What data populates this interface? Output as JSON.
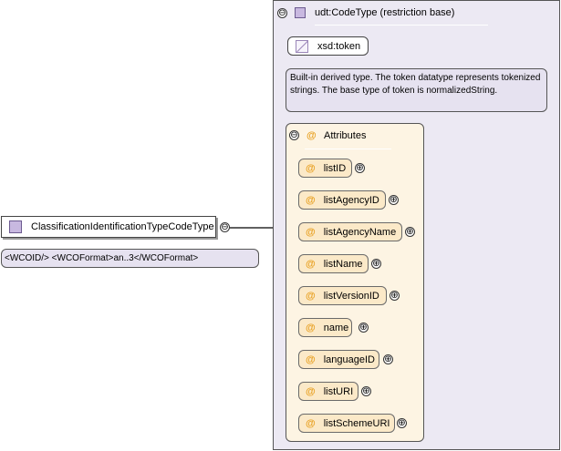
{
  "element": {
    "name": "ClassificationIdentificationTypeCodeType",
    "documentation": "<WCOID/> <WCOFormat>an..3</WCOFormat>",
    "collapse_marker": "⊖"
  },
  "complex_type": {
    "title": "udt:CodeType (restriction base)",
    "collapse_marker": "⊖"
  },
  "base_type": {
    "name": "xsd:token",
    "documentation": "Built-in derived type. The token datatype represents tokenized strings. The base type of token is normalizedString."
  },
  "attributes": {
    "title": "Attributes",
    "at_symbol": "@",
    "collapse_marker": "⊖",
    "expand_marker": "⊕",
    "items": [
      {
        "name": "listID"
      },
      {
        "name": "listAgencyID"
      },
      {
        "name": "listAgencyName"
      },
      {
        "name": "listName"
      },
      {
        "name": "listVersionID"
      },
      {
        "name": "name"
      },
      {
        "name": "languageID"
      },
      {
        "name": "listURI"
      },
      {
        "name": "listSchemeURI"
      }
    ]
  },
  "colors": {
    "attribute_fill": "#fbe9c8",
    "attribute_group_fill": "#fdf4e3",
    "type_fill": "#ece9f3",
    "doc_fill": "#e6e2f0",
    "at_symbol": "#e8a020"
  }
}
